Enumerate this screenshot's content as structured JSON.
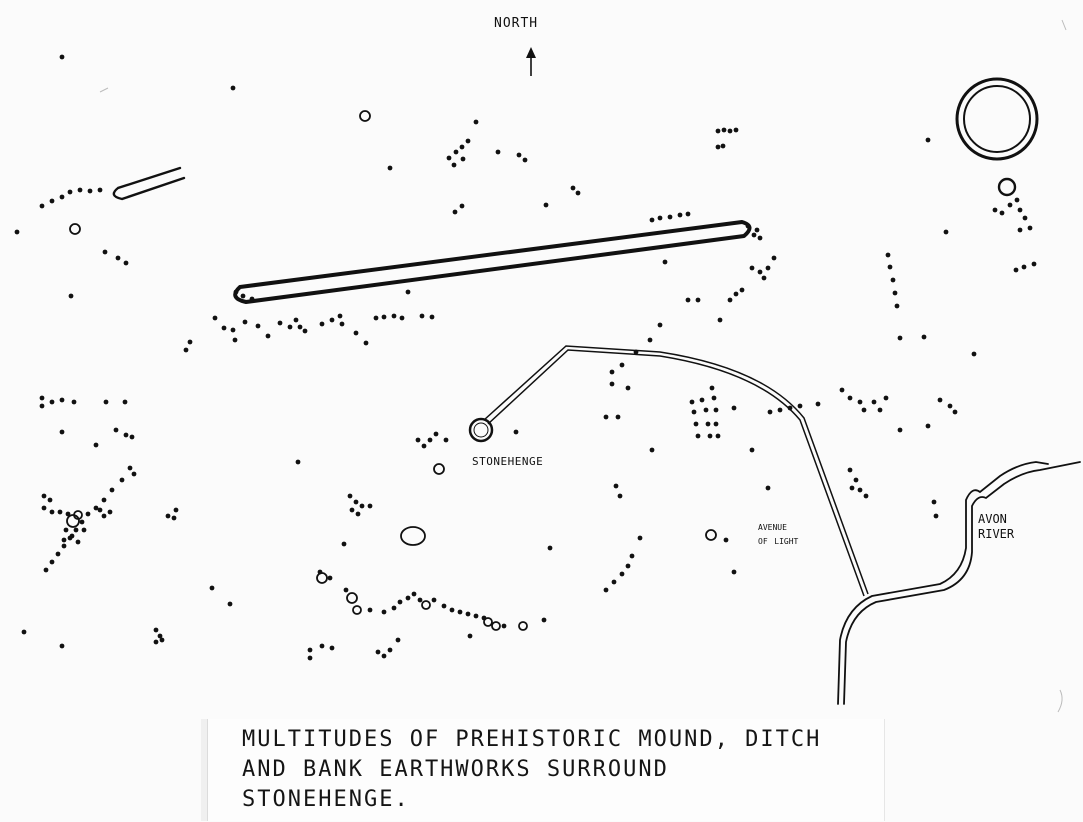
{
  "labels": {
    "north": "NORTH",
    "stonehenge": "STONEHENGE",
    "avenue_line1": "avenue",
    "avenue_line2": "of light",
    "river_line1": "AVON",
    "river_line2": "RIVER"
  },
  "caption": {
    "line1": "MULTITUDES OF PREHISTORIC MOUND, DITCH",
    "line2": "AND BANK EARTHWORKS SURROUND",
    "line3": "STONEHENGE."
  },
  "colors": {
    "ink": "#111111",
    "paper": "#fbfbfb"
  },
  "icons": {
    "north": "north-arrow-icon"
  }
}
